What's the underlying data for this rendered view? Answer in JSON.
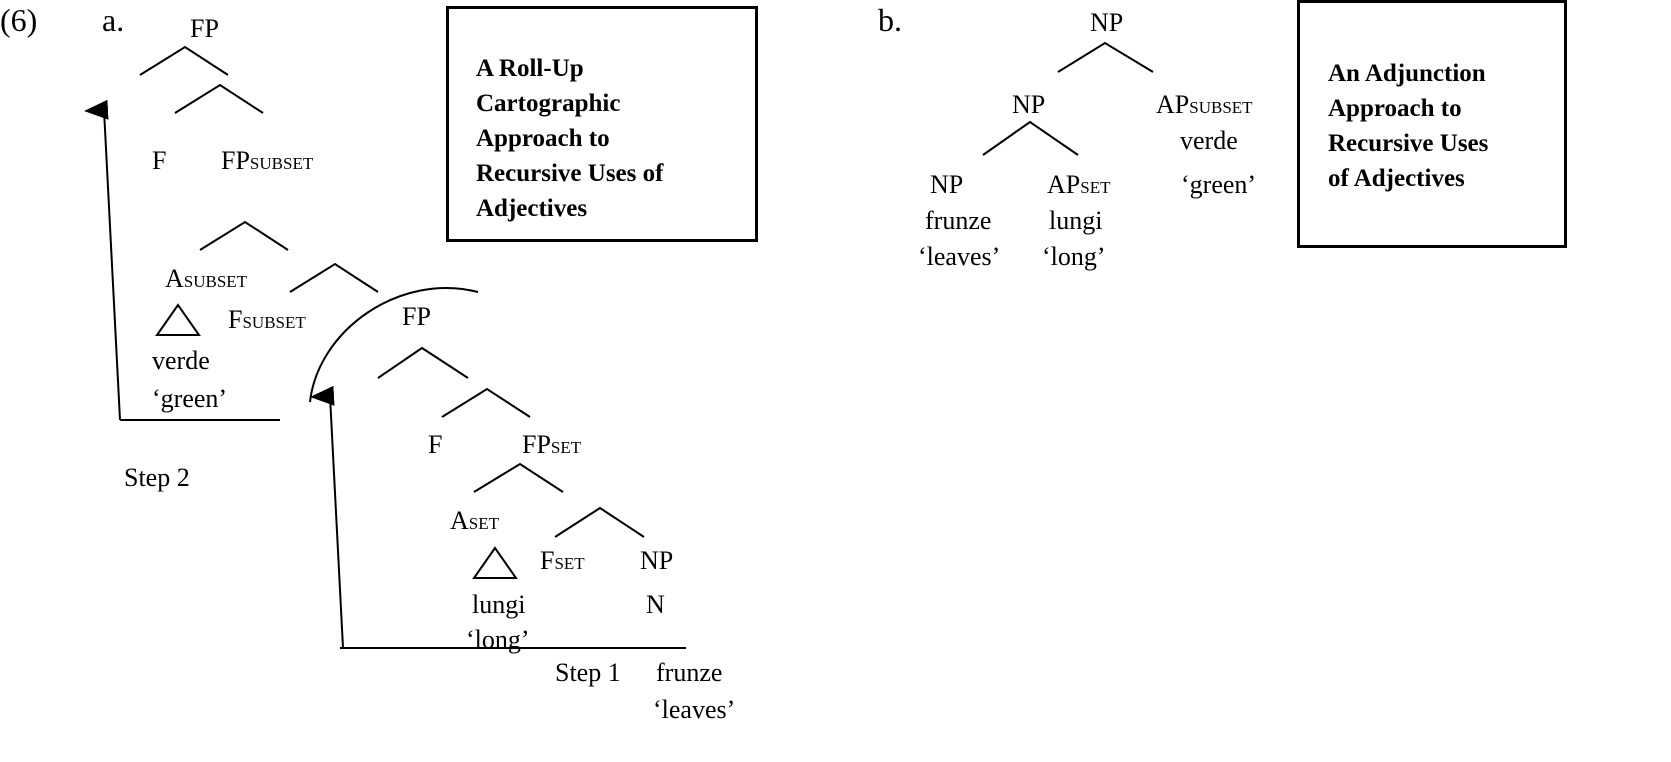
{
  "example_number": "(6)",
  "part_a": {
    "label": "a.",
    "nodes": {
      "fp_top": "FP",
      "f_upper": "F",
      "fp_subset_main": "FP",
      "fp_subset_sub": "SUBSET",
      "a_subset_main": "A",
      "a_subset_sub": "SUBSET",
      "f_subset_main": "F",
      "f_subset_sub": "SUBSET",
      "fp_mid": "FP",
      "f_lower": "F",
      "fp_set_main": "FP",
      "fp_set_sub": "SET",
      "a_set_main": "A",
      "a_set_sub": "SET",
      "f_set_main": "F",
      "f_set_sub": "SET",
      "np": "NP",
      "n": "N"
    },
    "words": {
      "verde": "verde",
      "green_gloss": "‘green’",
      "lungi": "lungi",
      "long_gloss": "‘long’",
      "frunze": "frunze",
      "leaves_gloss": "‘leaves’"
    },
    "steps": {
      "step2": "Step 2",
      "step1": "Step 1"
    },
    "box_title": "A Roll-Up\nCartographic\nApproach to\nRecursive Uses of\nAdjectives"
  },
  "part_b": {
    "label": "b.",
    "nodes": {
      "np_top": "NP",
      "np_mid": "NP",
      "ap_subset_main": "AP",
      "ap_subset_sub": "SUBSET",
      "np_low": "NP",
      "ap_set_main": "AP",
      "ap_set_sub": "SET"
    },
    "words": {
      "verde": "verde",
      "green_gloss": "‘green’",
      "frunze": "frunze",
      "leaves_gloss": "‘leaves’",
      "lungi": "lungi",
      "long_gloss": "‘long’"
    },
    "box_title": "An Adjunction\nApproach to\nRecursive Uses\nof Adjectives"
  }
}
